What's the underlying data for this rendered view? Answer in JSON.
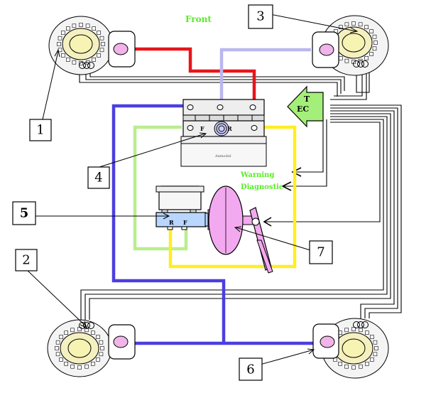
{
  "labels": {
    "front": "Front",
    "ecu_line1": "T",
    "ecu_line2": "EC",
    "warning": "Warning",
    "diagnostic": "Diagnostic",
    "rear_port": "R",
    "front_port": "F",
    "modulator_f": "F",
    "modulator_r": "R",
    "modulator_brand": "Anmodul"
  },
  "callouts": {
    "c1": "1",
    "c2": "2",
    "c3": "3",
    "c4": "4",
    "c5": "5",
    "c6": "6",
    "c7": "7"
  },
  "colors": {
    "red_line": "#e8141b",
    "lavender_line": "#b9b6ee",
    "blue_line": "#4b3fe0",
    "green_line": "#b9ee8e",
    "yellow_line": "#ffee22",
    "ecu_fill": "#a4ef7a",
    "label_green": "#55ee22"
  }
}
